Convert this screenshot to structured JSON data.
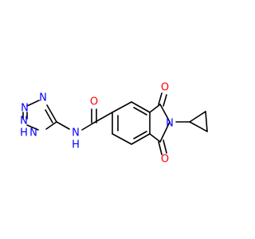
{
  "molecule": {
    "colors": {
      "bond": "#000000",
      "nitrogen": "#0000ff",
      "oxygen": "#ff0000",
      "background": "#ffffff"
    },
    "atoms": {
      "o_amide": "O",
      "nh_amide": "N",
      "nh_amide_h": "H",
      "n_triazole_top": "N",
      "n_triazole_left": "N",
      "nh_triazole": "N",
      "nh_triazole_h": "H",
      "o_imide_top": "O",
      "n_imide": "N",
      "o_imide_bottom": "O"
    }
  }
}
